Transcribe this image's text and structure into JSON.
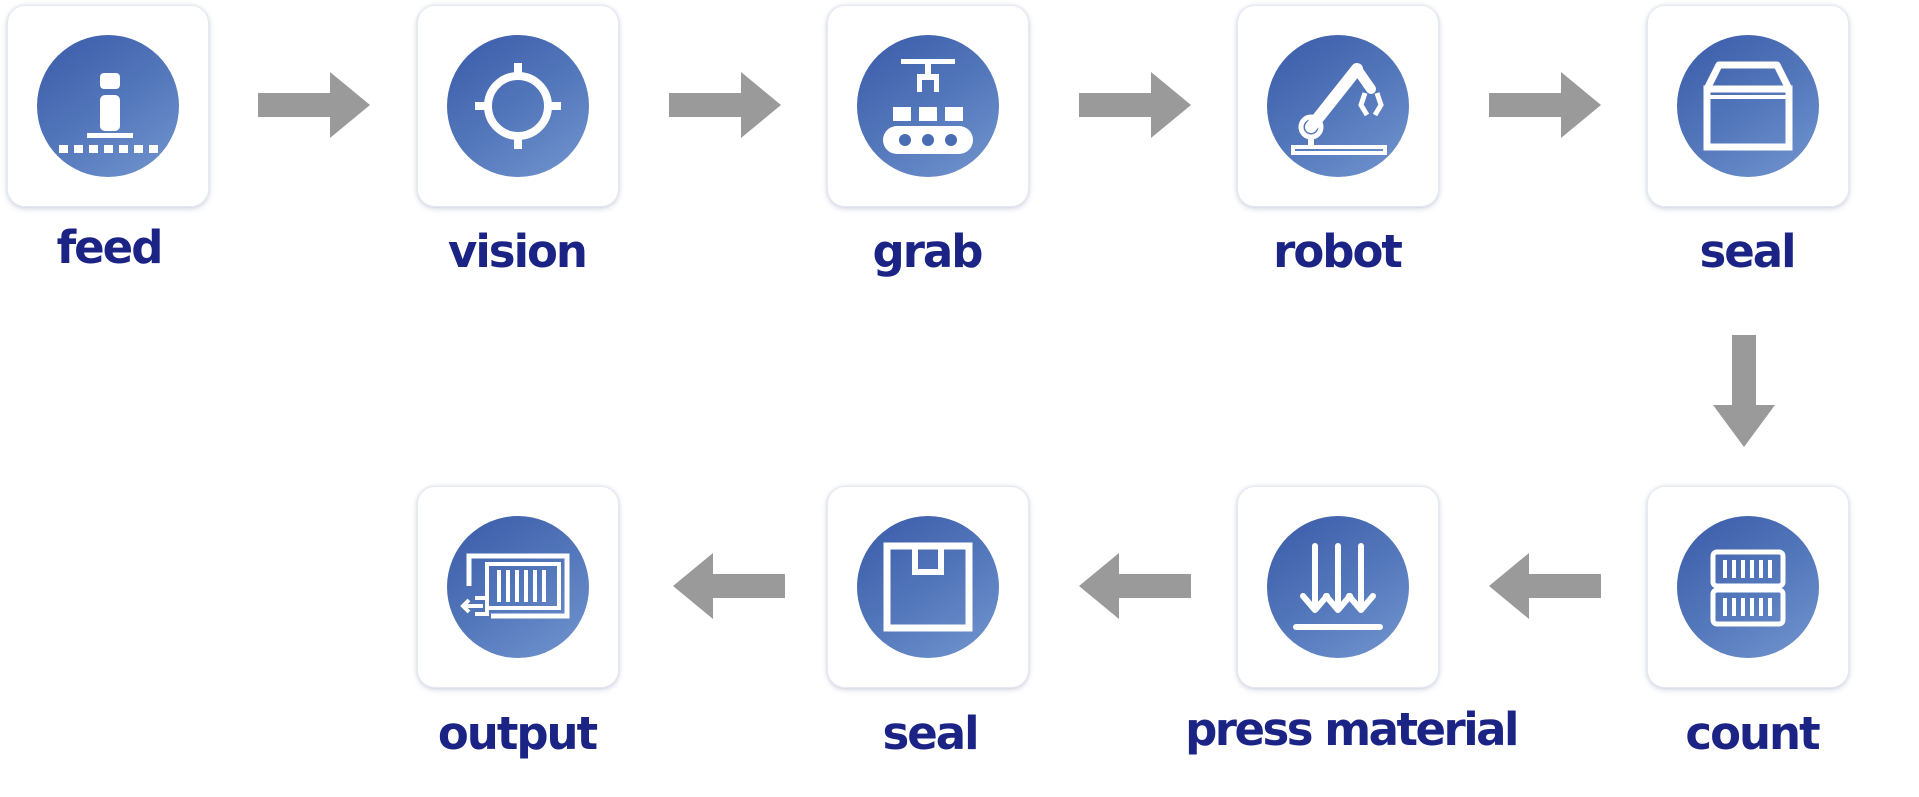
{
  "steps": [
    {
      "label": "feed",
      "icon": "feeder-icon"
    },
    {
      "label": "vision",
      "icon": "crosshair-icon"
    },
    {
      "label": "grab",
      "icon": "conveyor-gripper-icon"
    },
    {
      "label": "robot",
      "icon": "robot-arm-icon"
    },
    {
      "label": "seal",
      "icon": "open-box-icon"
    },
    {
      "label": "count",
      "icon": "stacked-crates-icon"
    },
    {
      "label": "press material",
      "icon": "press-down-arrows-icon"
    },
    {
      "label": "seal",
      "icon": "sealed-box-icon"
    },
    {
      "label": "output",
      "icon": "container-output-icon"
    }
  ],
  "colors": {
    "label": "#1b2485",
    "icon_circle": "#4a6cb3",
    "arrow": "#9a9a9a"
  }
}
